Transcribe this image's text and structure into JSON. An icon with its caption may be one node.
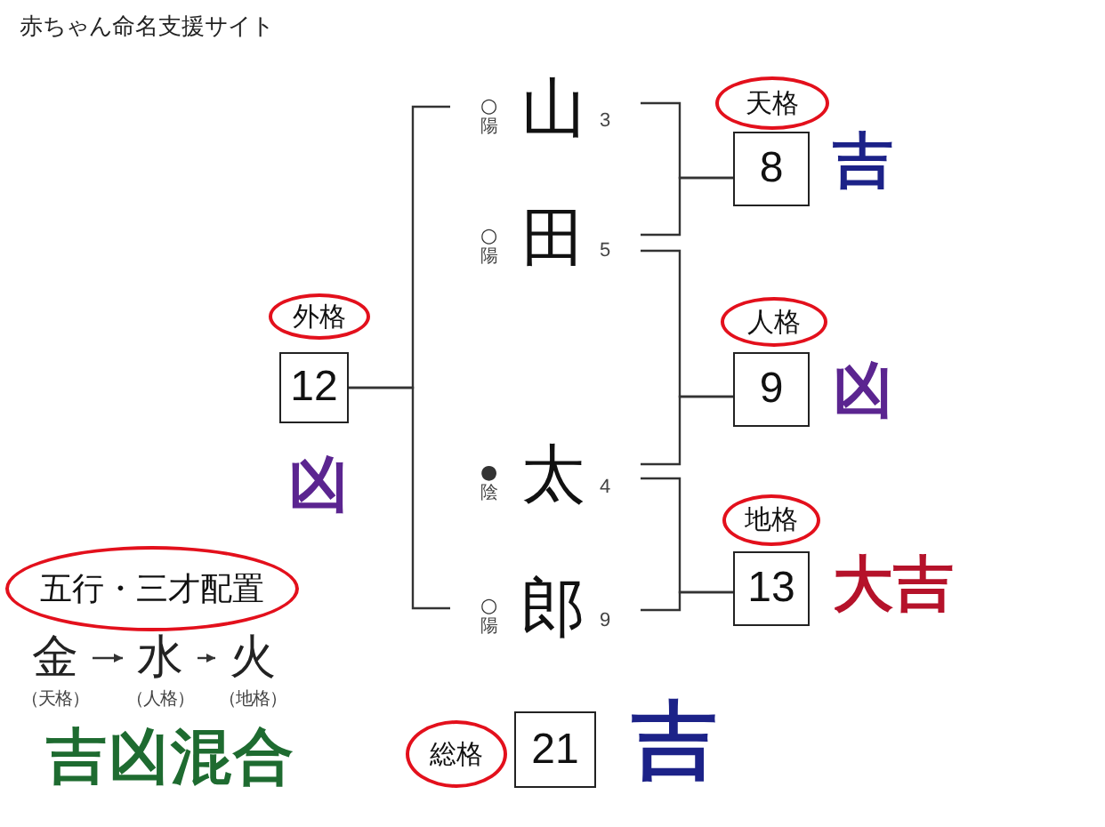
{
  "diagram": {
    "title": "赤ちゃん命名支援サイト",
    "nodes": [
      {
        "text": [
          "山"
        ],
        "beside": [
          "○",
          "陽",
          "3"
        ]
      },
      {
        "text": [
          "田"
        ],
        "beside": [
          "○",
          "陽",
          "5"
        ]
      },
      {
        "text": [
          "太"
        ],
        "beside": [
          "●",
          "陰",
          "4"
        ]
      },
      {
        "text": [
          "郎"
        ],
        "beside": [
          "○",
          "陽",
          "9"
        ]
      },
      {
        "text": [
          "天格"
        ]
      },
      {
        "text": [
          "8"
        ],
        "beside": [
          "吉"
        ]
      },
      {
        "text": [
          "人格"
        ]
      },
      {
        "text": [
          "9"
        ],
        "beside": [
          "凶"
        ]
      },
      {
        "text": [
          "地格"
        ]
      },
      {
        "text": [
          "13"
        ],
        "beside": [
          "大吉"
        ]
      },
      {
        "text": [
          "外格"
        ]
      },
      {
        "text": [
          "12"
        ],
        "beside": [
          "凶"
        ]
      },
      {
        "text": [
          "五行・三才配置"
        ]
      },
      {
        "text": [
          "金"
        ],
        "beside": [
          "（天格）"
        ]
      },
      {
        "text": [
          "水"
        ],
        "beside": [
          "（人格）"
        ]
      },
      {
        "text": [
          "火"
        ],
        "beside": [
          "（地格）"
        ]
      },
      {
        "text": [
          "総格"
        ]
      },
      {
        "text": [
          "21"
        ],
        "beside": [
          "吉"
        ]
      }
    ],
    "edges": [
      {
        "from": 0,
        "to": 5,
        "arrow": "none"
      },
      {
        "from": 1,
        "to": 5,
        "arrow": "none"
      },
      {
        "from": 1,
        "to": 7,
        "arrow": "none"
      },
      {
        "from": 2,
        "to": 7,
        "arrow": "none"
      },
      {
        "from": 2,
        "to": 9,
        "arrow": "none"
      },
      {
        "from": 3,
        "to": 9,
        "arrow": "none"
      },
      {
        "from": 0,
        "to": 11,
        "arrow": "none"
      },
      {
        "from": 3,
        "to": 11,
        "arrow": "none"
      },
      {
        "from": 13,
        "to": 14,
        "arrow": "to"
      },
      {
        "from": 14,
        "to": 15,
        "arrow": "to"
      }
    ],
    "labels": [
      "吉凶混合"
    ]
  }
}
